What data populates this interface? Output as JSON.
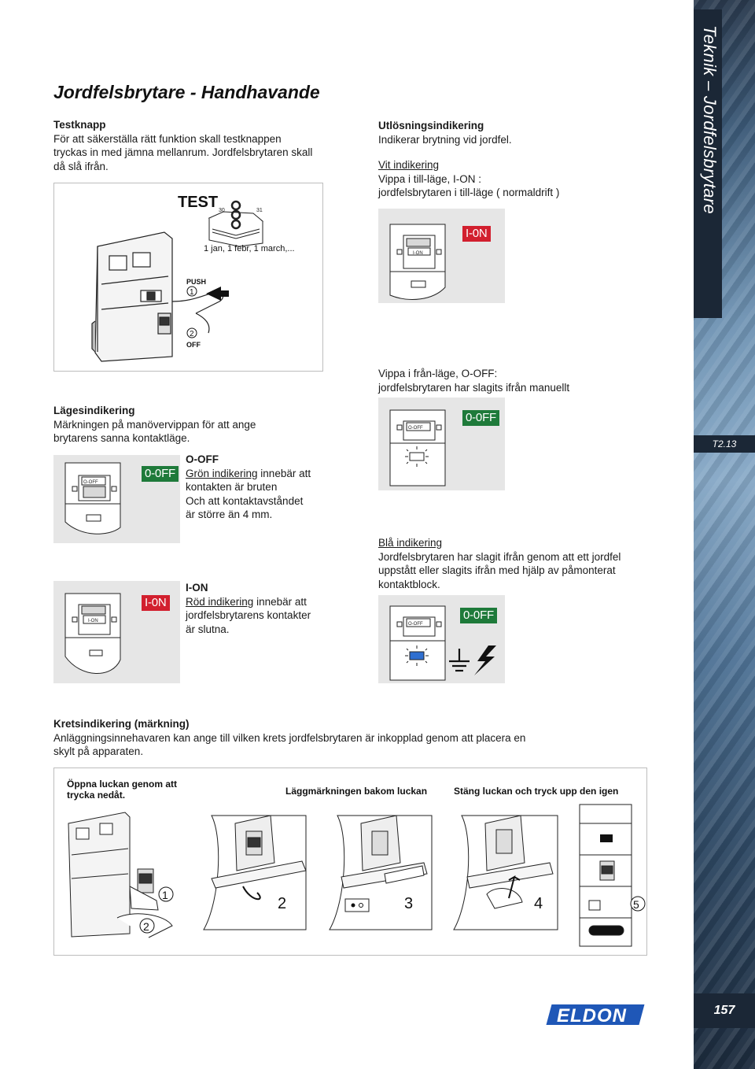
{
  "page": {
    "title": "Jordfelsbrytare - Handhavande",
    "side_title": "Teknik – Jordfelsbrytare",
    "side_code": "T2.13",
    "page_number": "157",
    "logo_text": "ELDON"
  },
  "testknapp": {
    "heading": "Testknapp",
    "body": "För att säkerställa rätt funktion skall testknappen tryckas in med jämna mellanrum. Jordfelsbrytaren skall då slå ifrån.",
    "fig_test": "TEST",
    "fig_calendar": "1 jan, 1 febr, 1 march,...",
    "fig_cal_30": "30",
    "fig_cal_31": "31",
    "fig_push": "PUSH",
    "fig_step1": "1",
    "fig_step2": "2",
    "fig_off": "OFF"
  },
  "utlosning": {
    "heading": "Utlösningsindikering",
    "body": "Indikerar brytning vid jordfel.",
    "white_title": "Vit indikering",
    "white_line1": "Vippa i till-läge, I-ON :",
    "white_line2": "jordfelsbrytaren i till-läge ( normaldrift )",
    "badge_ion": "I-0N",
    "off_line1": "Vippa i från-läge, O-OFF:",
    "off_line2": "jordfelsbrytaren har slagits ifrån manuellt",
    "badge_ooff": "0-0FF"
  },
  "lages": {
    "heading": "Lägesindikering",
    "body": "Märkningen på manövervippan för att ange brytarens sanna kontaktläge.",
    "ooff_title": "O-OFF",
    "ooff_u": "Grön indikering",
    "ooff_rest1": " innebär att",
    "ooff_line2": "kontakten är bruten",
    "ooff_line3": "Och att kontaktavståndet",
    "ooff_line4": "är större än 4 mm.",
    "badge_ooff": "0-0FF",
    "ion_title": "I-ON",
    "ion_u": "Röd indikering",
    "ion_rest1": " innebär att",
    "ion_line2": "jordfelsbrytarens kontakter",
    "ion_line3": "är slutna.",
    "badge_ion": "I-0N"
  },
  "bla": {
    "title": "Blå indikering",
    "body": "Jordfelsbrytaren har slagit ifrån genom att ett jordfel uppstått eller slagits ifrån med hjälp av påmonterat kontaktblock.",
    "badge_ooff": "0-0FF"
  },
  "krets": {
    "heading": "Kretsindikering (märkning)",
    "body": "Anläggningsinnehavaren kan ange till vilken krets jordfelsbrytaren är inkopplad genom att placera en skylt på apparaten.",
    "cap1a": "Öppna luckan genom att",
    "cap1b": "trycka nedåt.",
    "cap2": "Läggmärkningen bakom luckan",
    "cap3": "Stäng luckan och tryck upp den igen",
    "steps": [
      "1",
      "2",
      "3",
      "4",
      "5"
    ]
  },
  "colors": {
    "green": "#1e7a3a",
    "red": "#d21f2e",
    "blue": "#2f6fd0",
    "logo_blue": "#1f57b7",
    "panel_gray": "#e6e6e6"
  }
}
